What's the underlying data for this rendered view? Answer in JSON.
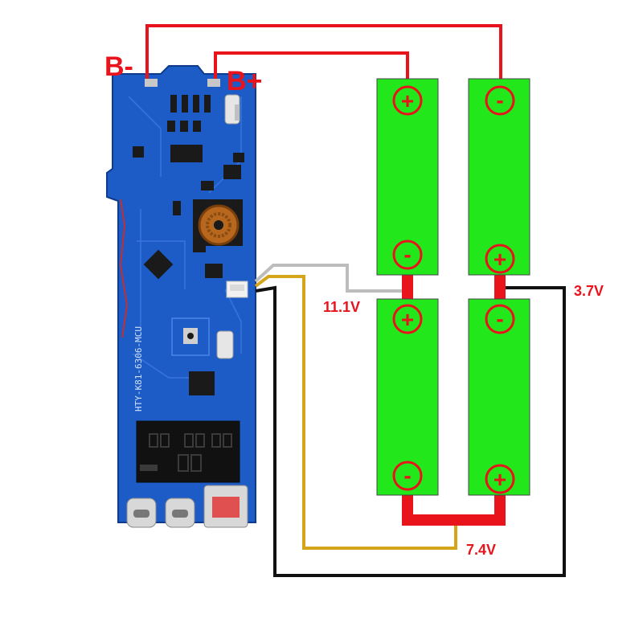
{
  "labels": {
    "b_minus": "B-",
    "b_plus": "B+",
    "v_11_1": "11.1V",
    "v_3_7": "3.7V",
    "v_7_4": "7.4V"
  },
  "board": {
    "model_text": "HTY-K81-6306-MCU"
  },
  "cells": {
    "top_left": {
      "top_terminal": "+",
      "bottom_terminal": "-"
    },
    "top_right": {
      "top_terminal": "-",
      "bottom_terminal": "+"
    },
    "bottom_left": {
      "top_terminal": "+",
      "bottom_terminal": "-"
    },
    "bottom_right": {
      "top_terminal": "-",
      "bottom_terminal": "+"
    }
  },
  "wire_colors": {
    "b_minus": "#e8131b",
    "b_plus": "#e8131b",
    "v_11_1": "#bdbdbd",
    "v_7_4": "#d4a51a",
    "v_3_7": "#111111",
    "cell_link": "#e8131b"
  },
  "colors": {
    "cell_fill": "#22e81b",
    "cell_stroke": "#444444",
    "pcb_blue": "#1d5cc7",
    "label_red": "#e8131b"
  }
}
